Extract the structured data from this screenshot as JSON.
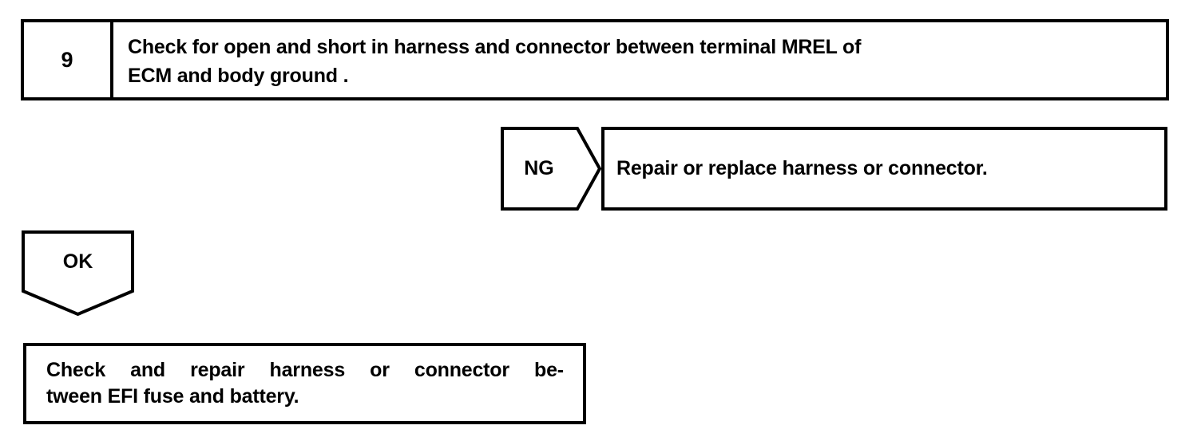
{
  "diagram": {
    "type": "troubleshooting-flowchart",
    "ink_color": "#000000",
    "background_color": "#ffffff",
    "step": {
      "number": "9",
      "text_line_1": "Check for open and short in harness and connector between terminal MREL of",
      "text_line_2": "ECM and body ground ."
    },
    "branches": {
      "ng": {
        "label": "NG",
        "shape": "pentagon-right",
        "result_box": {
          "text": "Repair or replace harness or connector."
        }
      },
      "ok": {
        "label": "OK",
        "shape": "pentagon-down",
        "result_box": {
          "text_line_1_words": [
            "Check",
            "and",
            "repair",
            "harness",
            "or",
            "connector",
            "be-"
          ],
          "text_line_2": "tween EFI fuse and battery."
        }
      }
    }
  }
}
